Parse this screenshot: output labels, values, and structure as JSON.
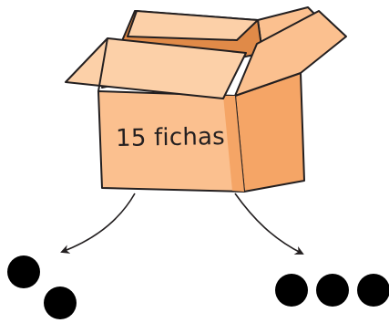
{
  "box": {
    "label": "15 fichas",
    "colors": {
      "face": "#fbc08f",
      "face_light": "#fcd0a8",
      "shade": "#f5a566",
      "interior": "#e08a48",
      "outline": "#231f20"
    }
  },
  "groups": {
    "left": {
      "count": 2
    },
    "right": {
      "count": 3
    }
  },
  "counter_color": "#000000"
}
